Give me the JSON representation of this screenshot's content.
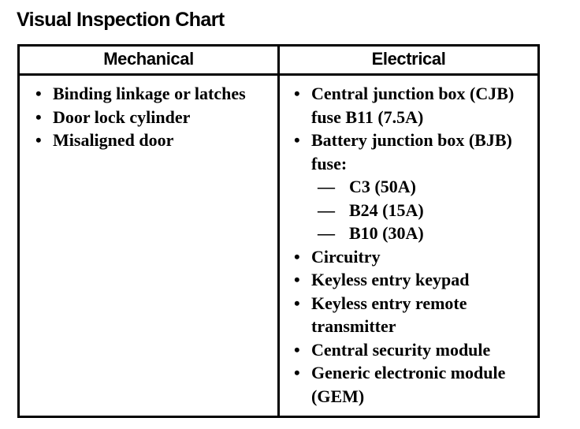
{
  "title": "Visual Inspection Chart",
  "colors": {
    "ink": "#000000",
    "paper": "#ffffff",
    "border": "#000000"
  },
  "table": {
    "columns": [
      {
        "id": "mechanical",
        "header": "Mechanical"
      },
      {
        "id": "electrical",
        "header": "Electrical"
      }
    ],
    "mechanical": {
      "bullet_marker": "•",
      "items": [
        {
          "text": "Binding linkage or latches"
        },
        {
          "text": "Door lock cylinder"
        },
        {
          "text": "Misaligned door"
        }
      ]
    },
    "electrical": {
      "bullet_marker": "•",
      "dash_marker": "—",
      "items": [
        {
          "text": "Central junction box (CJB) fuse B11 (7.5A)"
        },
        {
          "text": "Battery junction box (BJB) fuse:",
          "sub_items": [
            {
              "text": "C3 (50A)"
            },
            {
              "text": "B24 (15A)"
            },
            {
              "text": "B10 (30A)"
            }
          ]
        },
        {
          "text": "Circuitry"
        },
        {
          "text": "Keyless entry keypad"
        },
        {
          "text": "Keyless entry remote transmitter"
        },
        {
          "text": "Central security module"
        },
        {
          "text": "Generic electronic module (GEM)"
        }
      ]
    }
  }
}
